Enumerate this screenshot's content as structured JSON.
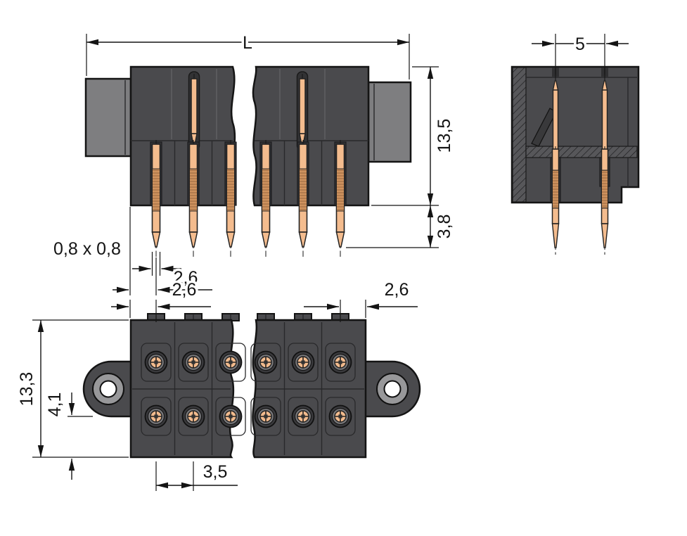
{
  "drawing": {
    "front_view": {
      "dim_length": "L",
      "dim_body_height": "13,5",
      "dim_pin_protrusion": "3,8",
      "dim_pin_cross_section": "0,8 x 0,8",
      "dim_edge_to_pin": "2,6"
    },
    "side_view": {
      "dim_row_pitch": "5"
    },
    "bottom_view": {
      "dim_edge_to_pin_left": "2,6",
      "dim_edge_to_pin_right": "2,6",
      "dim_overall_height": "13,3",
      "dim_row_offset": "4,1",
      "dim_pin_pitch": "3,5"
    },
    "colors": {
      "body": "#4a4a4d",
      "body_light": "#7e7e80",
      "pin": "#f4bc8e",
      "outline": "#141414",
      "background": "#ffffff"
    }
  }
}
